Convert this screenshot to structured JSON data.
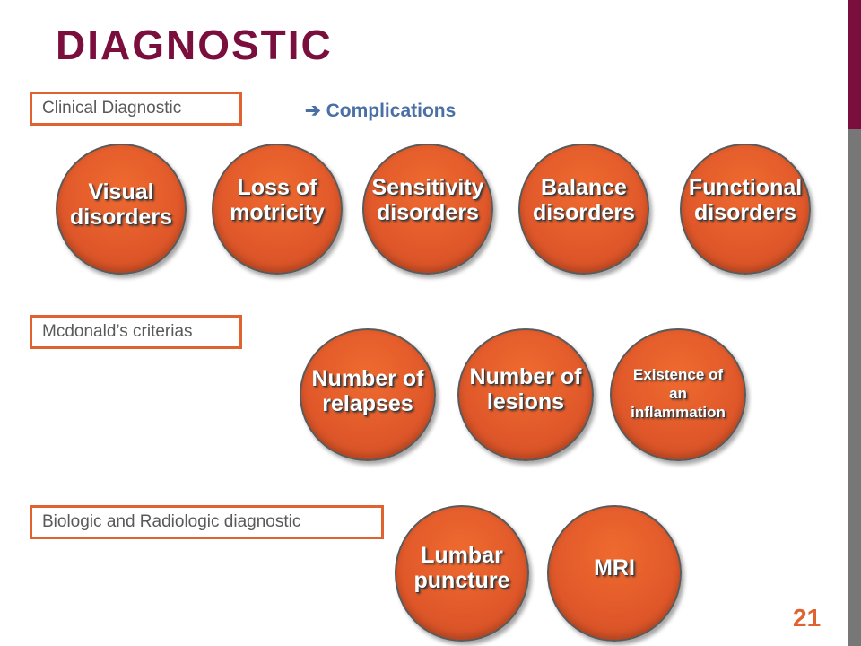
{
  "title": "DIAGNOSTIC",
  "sections": {
    "clinical": {
      "label": "Clinical Diagnostic",
      "complications_arrow": "➔",
      "complications_label": "Complications",
      "circles": [
        {
          "line1": "Visual",
          "line2": "disorders"
        },
        {
          "line1": "Loss of",
          "line2": "motricity"
        },
        {
          "line1": "Sensitivity",
          "line2": "disorders"
        },
        {
          "line1": "Balance",
          "line2": "disorders"
        },
        {
          "line1": "Functional",
          "line2": "disorders"
        }
      ]
    },
    "mcdonald": {
      "label": "Mcdonald’s criterias",
      "circles": [
        {
          "line1": "Number of",
          "line2": "relapses"
        },
        {
          "line1": "Number of",
          "line2": "lesions"
        },
        {
          "line1": "Existence of",
          "line2": "an",
          "line3": "inflammation"
        }
      ]
    },
    "biologic": {
      "label": "Biologic and Radiologic diagnostic",
      "circles": [
        {
          "line1": "Lumbar",
          "line2": "puncture"
        },
        {
          "line1": "MRI"
        }
      ]
    }
  },
  "page_number": "21",
  "colors": {
    "title": "#7a0f3e",
    "accent_orange": "#e0622e",
    "complications_blue": "#4a6fa5",
    "label_text": "#595959",
    "bar_grey": "#777777"
  }
}
